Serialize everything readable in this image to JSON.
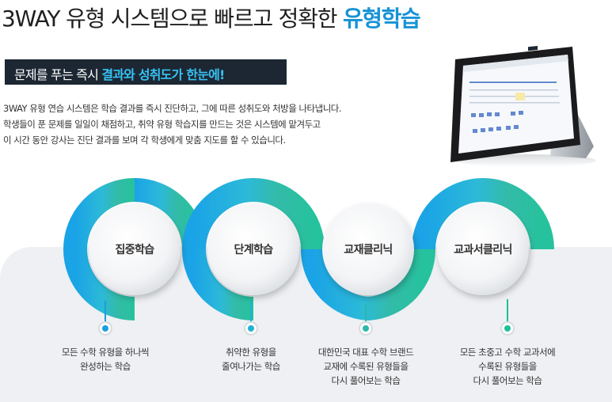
{
  "headline": {
    "main": "3WAY 유형 시스템으로 빠르고 정확한 ",
    "accent": "유형학습"
  },
  "banner": {
    "main": "문제를 푸는 즉시 ",
    "highlight": "결과와 성취도가 한눈에!"
  },
  "description": {
    "line1": "3WAY 유형 연습 시스템은 학습 결과를 즉시 진단하고, 그에 따른 성취도와 처방을 나타냅니다.",
    "line2": "학생들이 푼 문제를 일일이 채점하고, 취약 유형 학습지를 만드는 것은 시스템에 맡겨두고",
    "line3": "이 시간 동안 강사는 진단 결과를 보며 각 학생에게 맞춤 지도를 할 수 있습니다."
  },
  "steps": [
    {
      "title": "집중학습",
      "caption": [
        "모든 수학 유형을 하나씩",
        "완성하는 학습"
      ],
      "color": "#1a9ee0"
    },
    {
      "title": "단계학습",
      "caption": [
        "취약한 유형을",
        "줄여나가는 학습"
      ],
      "color": "#1fb3d4"
    },
    {
      "title": "교재클리닉",
      "caption": [
        "대한민국 대표 수학 브랜드",
        "교재에 수록된 유형들을",
        "다시 풀어보는 학습"
      ],
      "color": "#2bb9a8"
    },
    {
      "title": "교과서클리닉",
      "caption": [
        "모든 초중고 수학 교과서에",
        "수록된 유형들을",
        "다시 풀어보는 학습"
      ],
      "color": "#1fbf9a"
    }
  ],
  "icons": {
    "device": "tablet-icon"
  }
}
